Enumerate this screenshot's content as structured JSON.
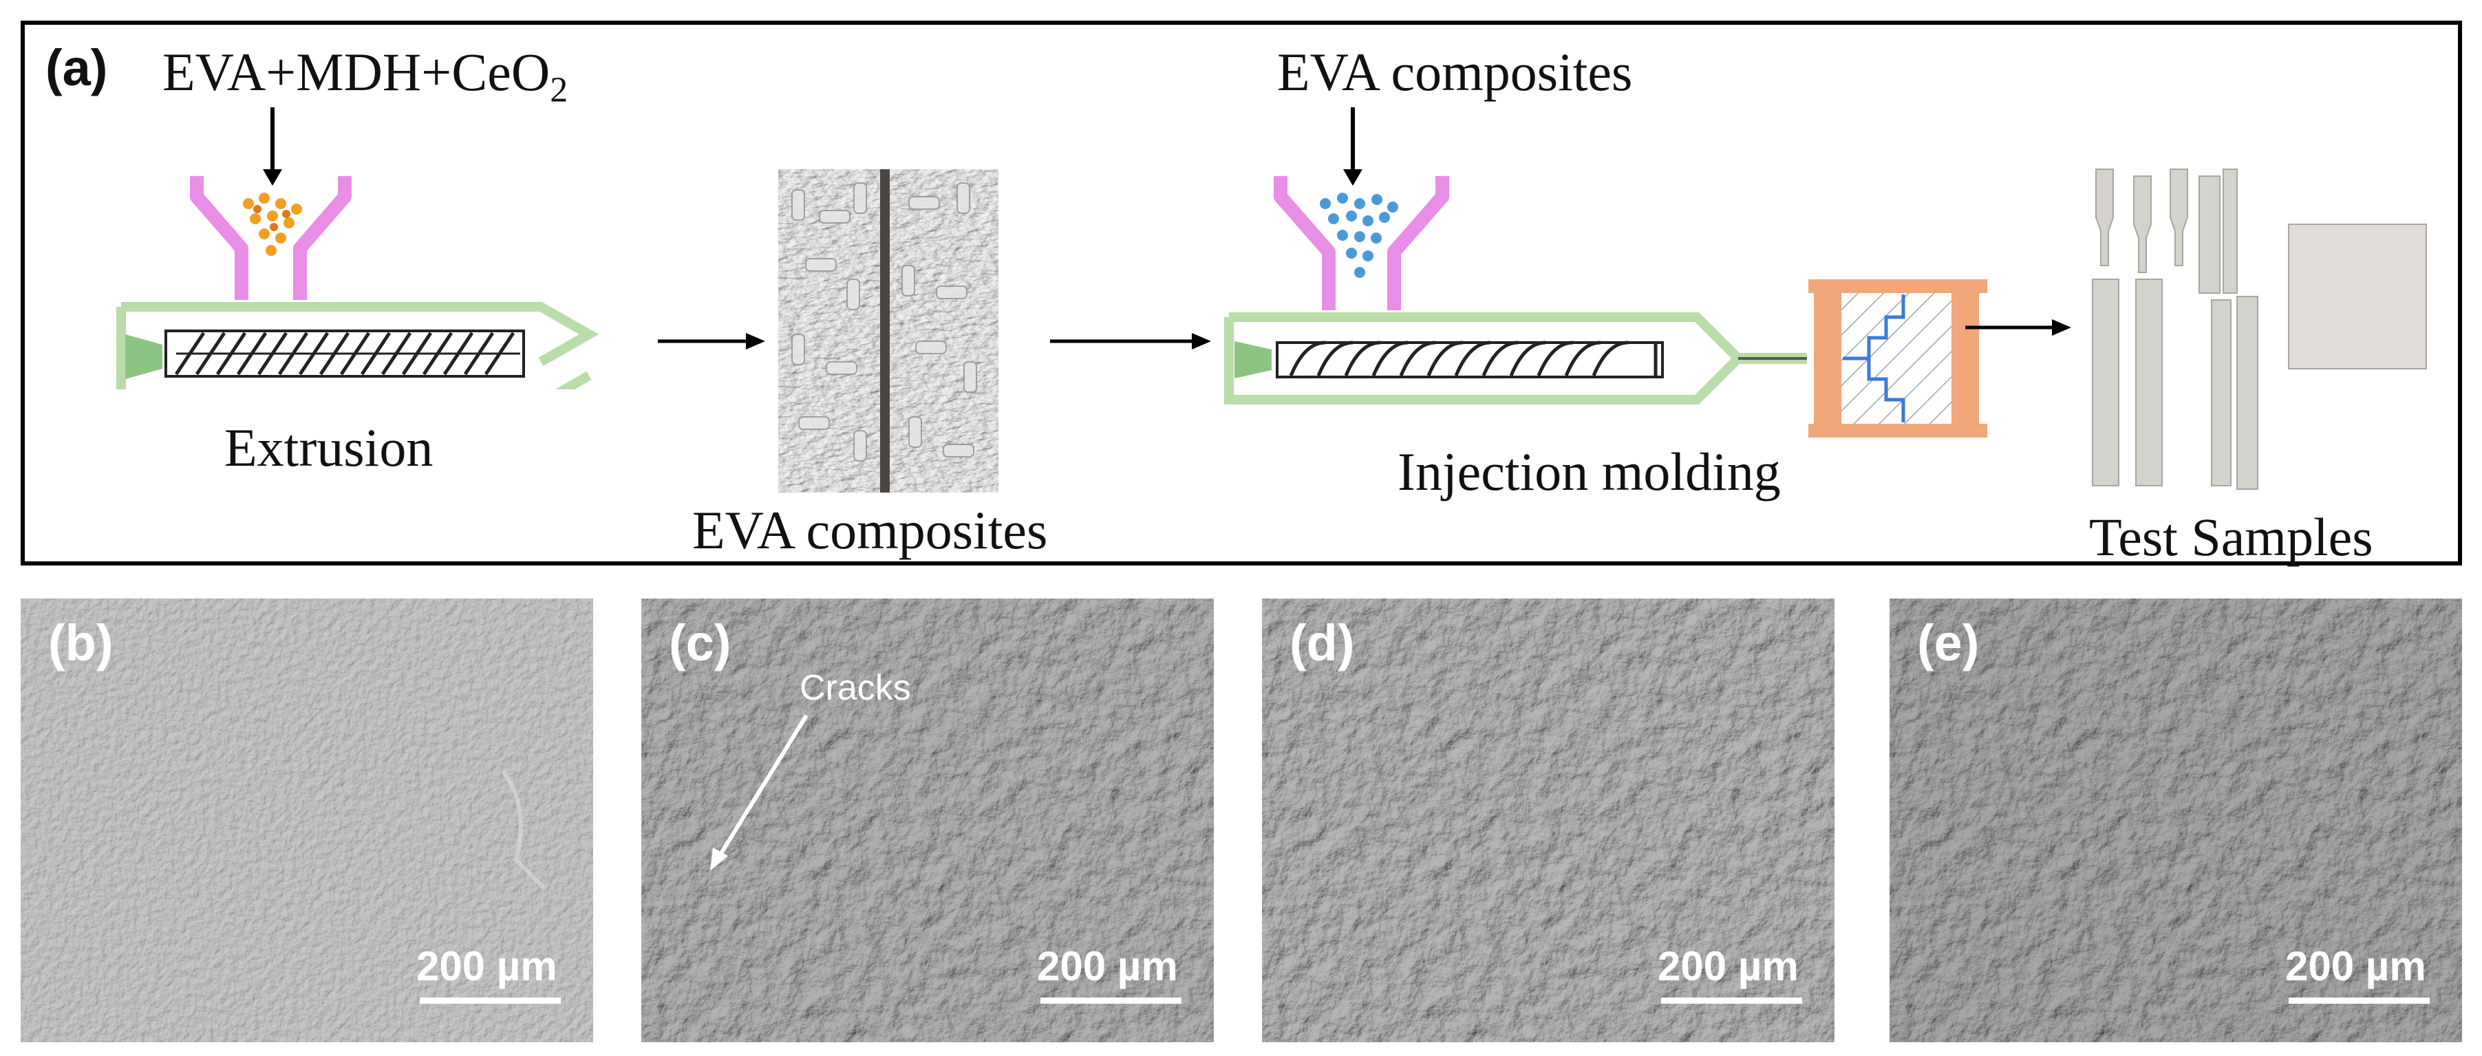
{
  "panel_a": {
    "label": "(a)",
    "extrusion": {
      "input_label_prefix": "EVA+MDH+CeO",
      "input_label_subscript": "2",
      "caption": "Extrusion"
    },
    "pellets": {
      "caption": "EVA composites"
    },
    "injection": {
      "input_label": "EVA composites",
      "caption": "Injection molding"
    },
    "samples": {
      "caption": "Test Samples"
    }
  },
  "sem_panels": [
    {
      "label": "(b)",
      "scale": "200 µm",
      "annotation": ""
    },
    {
      "label": "(c)",
      "scale": "200 µm",
      "annotation": "Cracks"
    },
    {
      "label": "(d)",
      "scale": "200 µm",
      "annotation": ""
    },
    {
      "label": "(e)",
      "scale": "200 µm",
      "annotation": ""
    }
  ],
  "colors": {
    "hopper": "#e88ee6",
    "barrel": "#b9dca9",
    "mold": "#f0a77a",
    "mold_inner": "#3b7bd6",
    "pellet_orange": "#f0a020",
    "pellet_blue": "#4a9ad8"
  }
}
